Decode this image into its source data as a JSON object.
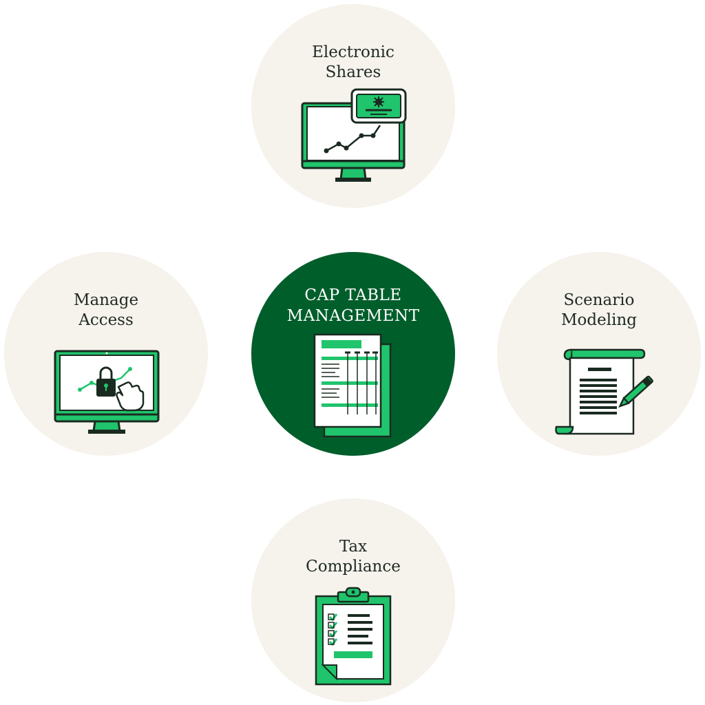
{
  "center": {
    "lines": [
      "CAP TABLE",
      "MANAGEMENT"
    ]
  },
  "nodes": {
    "top": {
      "lines": [
        "Electronic",
        "Shares"
      ],
      "icon": "monitor-chart-certificate-icon"
    },
    "left": {
      "lines": [
        "Manage",
        "Access"
      ],
      "icon": "monitor-lock-hand-icon"
    },
    "right": {
      "lines": [
        "Scenario",
        "Modeling"
      ],
      "icon": "scroll-pen-icon"
    },
    "bottom": {
      "lines": [
        "Tax",
        "Compliance"
      ],
      "icon": "clipboard-checklist-icon"
    }
  },
  "colors": {
    "brand_green": "#005e2b",
    "accent_green": "#20c46c",
    "ink": "#1a2a20",
    "circle_bg": "#f6f2ec"
  }
}
